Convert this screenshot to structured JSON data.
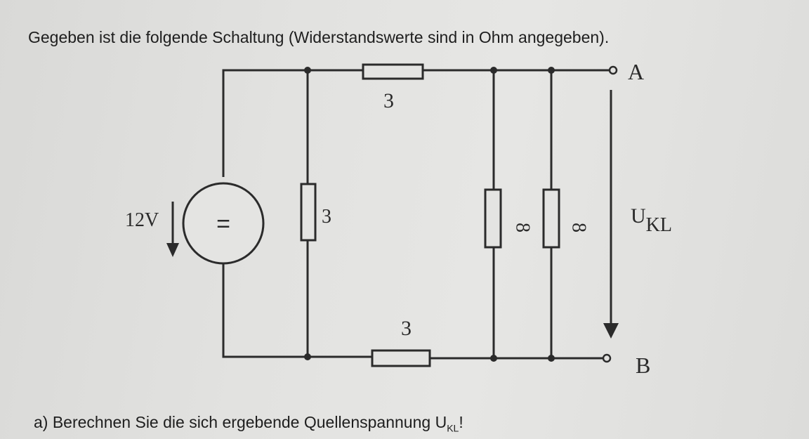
{
  "task": {
    "title": "Gegeben ist die folgende Schaltung (Widerstandswerte sind in Ohm angegeben).",
    "question_main": "a) Berechnen Sie die sich ergebende Quellenspannung U",
    "question_sub": "KL",
    "question_end": "!"
  },
  "circuit": {
    "source": {
      "label": "12V",
      "symbol": "="
    },
    "resistors": {
      "top_series": "3",
      "bottom_series": "3",
      "shunt_left": "3",
      "shunt_right_1": "8",
      "shunt_right_2": "8"
    },
    "terminals": {
      "top": "A",
      "bottom": "B"
    },
    "output_voltage": {
      "main": "U",
      "sub": "KL"
    }
  },
  "colors": {
    "ink": "#2b2b2b",
    "background": "#e2e2e0"
  }
}
